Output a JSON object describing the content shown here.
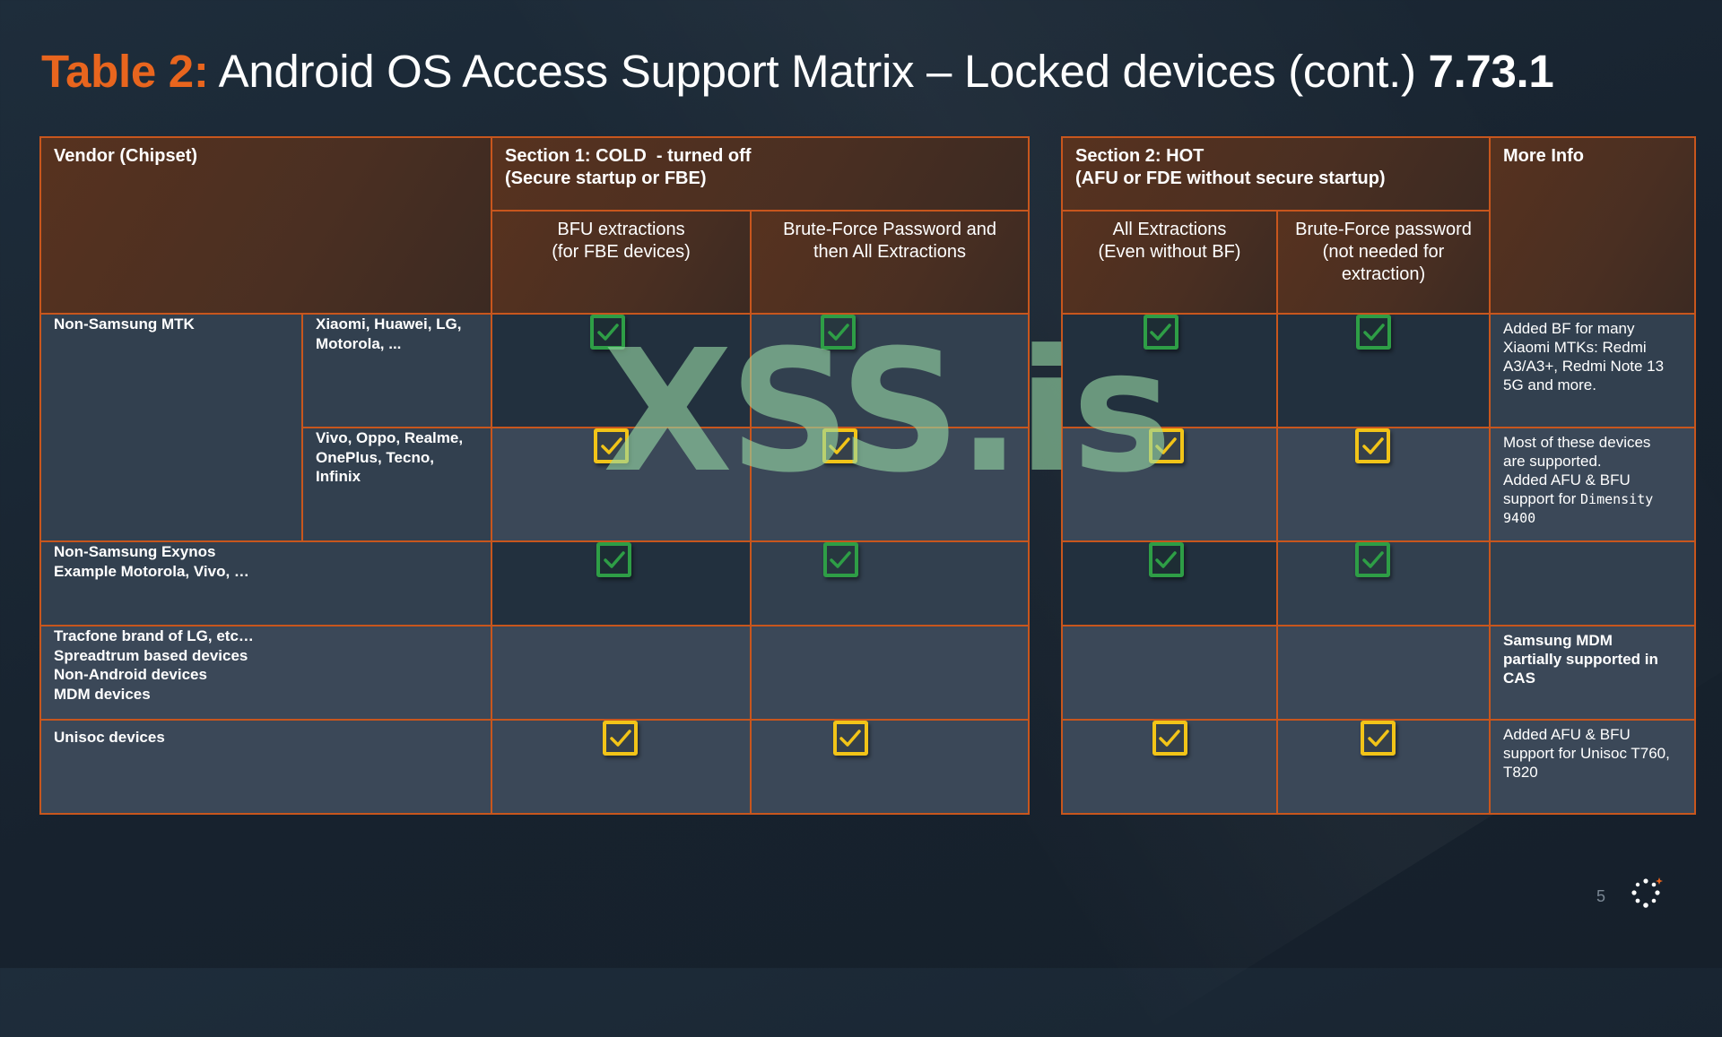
{
  "title": {
    "prefix": "Table 2:",
    "main": " Android OS Access Support Matrix – Locked devices (cont.) ",
    "version": "7.73.1"
  },
  "colors": {
    "accent_orange": "#e8651e",
    "border_orange": "#c8561d",
    "check_green": "#2e9e46",
    "check_yellow": "#f2c418",
    "background": "#17222e"
  },
  "left_table": {
    "headers": {
      "vendor": "Vendor (Chipset)",
      "section1_line1": "Section 1: COLD  - turned off",
      "section1_line2": "(Secure startup or FBE)",
      "bfu_line1": "BFU extractions",
      "bfu_line2": "(for FBE devices)",
      "bruteforce_line1": "Brute-Force Password and",
      "bruteforce_line2": "then All Extractions"
    },
    "rows": [
      {
        "group": "Non-Samsung MTK",
        "sub_line1": "Xiaomi, Huawei, LG,",
        "sub_line2": "Motorola, ...",
        "bfu": "green-check-icon",
        "bruteforce": "green-check-icon"
      },
      {
        "sub_line1": "Vivo, Oppo, Realme,",
        "sub_line2": "OnePlus, Tecno,",
        "sub_line3": "Infinix",
        "bfu": "yellow-check-icon",
        "bruteforce": "yellow-check-icon"
      },
      {
        "vendor_line1": "Non-Samsung Exynos",
        "vendor_line2": "Example Motorola, Vivo, …",
        "bfu": "green-check-icon",
        "bruteforce": "green-check-icon"
      },
      {
        "vendor_line1": "Tracfone brand of LG, etc…",
        "vendor_line2": "Spreadtrum based devices",
        "vendor_line3": "Non-Android devices",
        "vendor_line4": "MDM devices",
        "bfu": "",
        "bruteforce": ""
      },
      {
        "vendor_line1": "Unisoc devices",
        "bfu": "yellow-check-icon",
        "bruteforce": "yellow-check-icon"
      }
    ]
  },
  "right_table": {
    "headers": {
      "section2_line1": "Section 2: HOT",
      "section2_line2": "(AFU or FDE without secure startup)",
      "more_info": "More Info",
      "all_line1": "All Extractions",
      "all_line2": "(Even without BF)",
      "bf_line1": "Brute-Force password",
      "bf_line2": "(not needed for",
      "bf_line3": "extraction)"
    },
    "rows": [
      {
        "all": "green-check-icon",
        "bf": "green-check-icon",
        "info_line1": "Added BF for many",
        "info_line2": "Xiaomi MTKs: Redmi",
        "info_line3": "A3/A3+, Redmi Note 13",
        "info_line4": "5G and more."
      },
      {
        "all": "yellow-check-icon",
        "bf": "yellow-check-icon",
        "info_line1": "Most of these devices",
        "info_line2": "are supported.",
        "info_line3": "Added AFU & BFU",
        "info_line4": "support for ",
        "info_mono1": "Dimensity",
        "info_mono2": "9400"
      },
      {
        "all": "green-check-icon",
        "bf": "green-check-icon",
        "info_line1": ""
      },
      {
        "all": "",
        "bf": "",
        "info_line1": "Samsung MDM",
        "info_line2": "partially supported in",
        "info_line3": "CAS"
      },
      {
        "all": "yellow-check-icon",
        "bf": "yellow-check-icon",
        "info_line1": "Added AFU & BFU",
        "info_line2": "support for Unisoc T760,",
        "info_line3": "T820"
      }
    ]
  },
  "watermark": "XSS.is",
  "page_number": "5"
}
